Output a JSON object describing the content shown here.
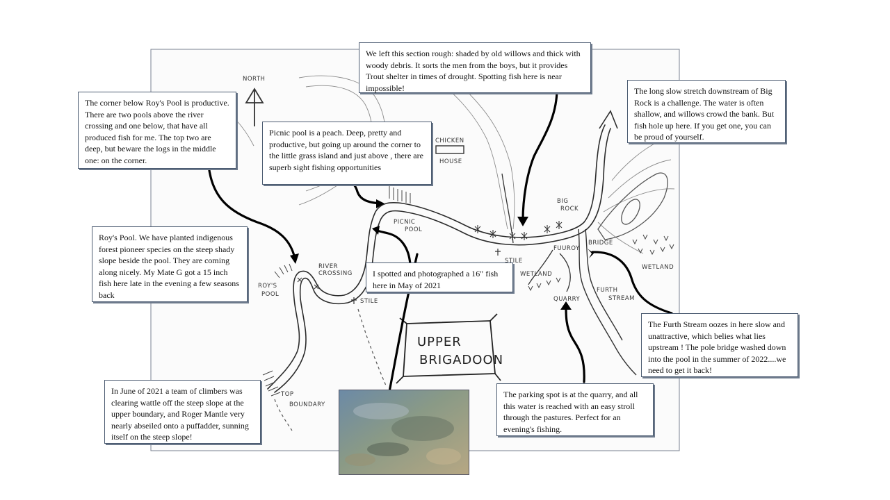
{
  "map_labels": {
    "north": "NORTH",
    "chicken_house_1": "CHICKEN",
    "chicken_house_2": "HOUSE",
    "big_rock_1": "BIG",
    "big_rock_2": "ROCK",
    "picnic_pool_1": "PICNIC",
    "picnic_pool_2": "POOL",
    "river_crossing_1": "RIVER",
    "river_crossing_2": "CROSSING",
    "roys_pool_1": "ROY'S",
    "roys_pool_2": "POOL",
    "stile_1": "STILE",
    "stile_2": "STILE",
    "fuuroy": "FUUROY",
    "bridge": "BRIDGE",
    "wetland_1": "WETLAND",
    "wetland_2": "WETLAND",
    "quarry": "QUARRY",
    "furth_stream_1": "FURTH",
    "furth_stream_2": "STREAM",
    "top_boundary_1": "TOP",
    "top_boundary_2": "BOUNDARY",
    "farm_name_1": "UPPER",
    "farm_name_2": "BRIGADOON"
  },
  "callouts": {
    "willows": "We left this section rough: shaded by old willows and thick with woody debris. It sorts the men from the boys, but it provides Trout shelter in times of drought. Spotting fish here is near impossible!",
    "corner": "The corner below Roy's Pool is productive. There are two pools above the river crossing and one below, that have all produced fish for me. The top two are deep, but beware the logs in the middle one: on the corner.",
    "picnic": "Picnic pool is a peach. Deep, pretty and productive, but going up around the corner to the little grass island and just above , there are superb sight fishing opportunities",
    "big_rock": "The long slow stretch downstream of Big Rock is a challenge. The water is often shallow, and willows crowd the bank. But fish hole up here. If you get one, you can be proud of yourself.",
    "roys_pool": "Roy's Pool. We have planted indigenous forest pioneer species on the steep shady slope beside the pool. They are coming along nicely. My Mate G got a 15 inch fish here late in the evening a few seasons back",
    "spotted": "I spotted and photographed a 16\" fish here in May of 2021",
    "furth": "The Furth Stream oozes in here slow and unattractive, which belies what lies upstream ! The pole bridge washed down into the pool in the summer of 2022....we need to get it back!",
    "climbers": "In June of 2021 a team of climbers was clearing wattle off the steep slope at the upper boundary, and Roger Mantle very nearly abseiled onto a puffadder, sunning itself on the steep slope!",
    "parking": "The parking spot is at the quarry, and all this water is reached with an easy stroll through the pastures. Perfect for an evening's fishing."
  },
  "colors": {
    "background": "#ffffff",
    "ink": "#333333",
    "callout_border": "#4a5a70",
    "arrow": "#000000"
  }
}
